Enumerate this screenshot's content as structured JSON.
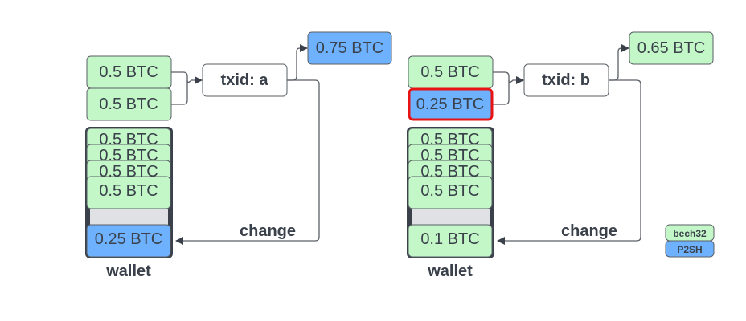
{
  "colors": {
    "green": "#c3f7c8",
    "blue": "#6db1ff",
    "highlight": "#e81313",
    "dark": "#3a414a"
  },
  "panels": [
    {
      "inputs": [
        "0.5 BTC",
        "0.5 BTC"
      ],
      "tx_label": "txid: a",
      "output": "0.75 BTC",
      "wallet_coins": [
        "0.5 BTC",
        "0.5 BTC",
        "0.5 BTC",
        "0.5 BTC"
      ],
      "change_coin": "0.25 BTC",
      "change_label": "change",
      "wallet_label": "wallet"
    },
    {
      "inputs": [
        "0.5 BTC",
        "0.25 BTC"
      ],
      "tx_label": "txid: b",
      "output": "0.65 BTC",
      "wallet_coins": [
        "0.5 BTC",
        "0.5 BTC",
        "0.5 BTC",
        "0.5 BTC"
      ],
      "change_coin": "0.1 BTC",
      "change_label": "change",
      "wallet_label": "wallet"
    }
  ],
  "legend": {
    "green_label": "bech32",
    "blue_label": "P2SH"
  }
}
